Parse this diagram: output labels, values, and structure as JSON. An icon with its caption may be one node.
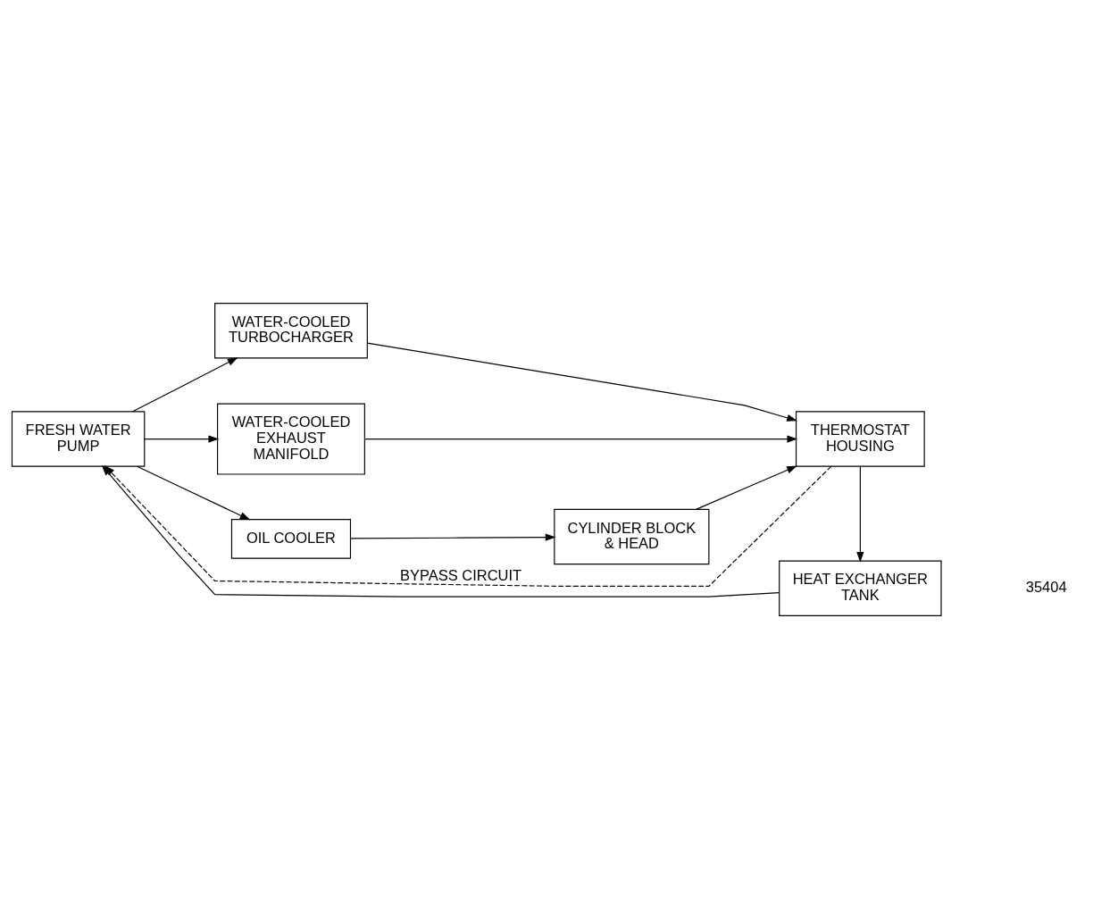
{
  "diagram": {
    "nodes": [
      {
        "text": [
          "FRESH WATER PUMP"
        ]
      },
      {
        "text": [
          "WATER-COOLED TURBOCHARGER"
        ]
      },
      {
        "text": [
          "WATER-COOLED EXHAUST MANIFOLD"
        ]
      },
      {
        "text": [
          "OIL COOLER"
        ]
      },
      {
        "text": [
          "CYLINDER BLOCK & HEAD"
        ]
      },
      {
        "text": [
          "THERMOSTAT HOUSING"
        ]
      },
      {
        "text": [
          "HEAT EXCHANGER TANK"
        ]
      }
    ],
    "edges": [
      {
        "from": 0,
        "to": 1,
        "arrow": "to"
      },
      {
        "from": 0,
        "to": 2,
        "arrow": "to"
      },
      {
        "from": 0,
        "to": 3,
        "arrow": "to"
      },
      {
        "from": 3,
        "to": 4,
        "arrow": "to"
      },
      {
        "from": 4,
        "to": 5,
        "arrow": "to"
      },
      {
        "from": 1,
        "to": 5,
        "arrow": "to"
      },
      {
        "from": 2,
        "to": 5,
        "arrow": "to"
      },
      {
        "from": 5,
        "to": 6,
        "arrow": "to"
      },
      {
        "from": 6,
        "to": 0,
        "arrow": "to"
      },
      {
        "from": 5,
        "to": 0,
        "arrow": "to",
        "style": "dashed",
        "label": "BYPASS CIRCUIT"
      }
    ],
    "labels": [
      "35404"
    ]
  }
}
